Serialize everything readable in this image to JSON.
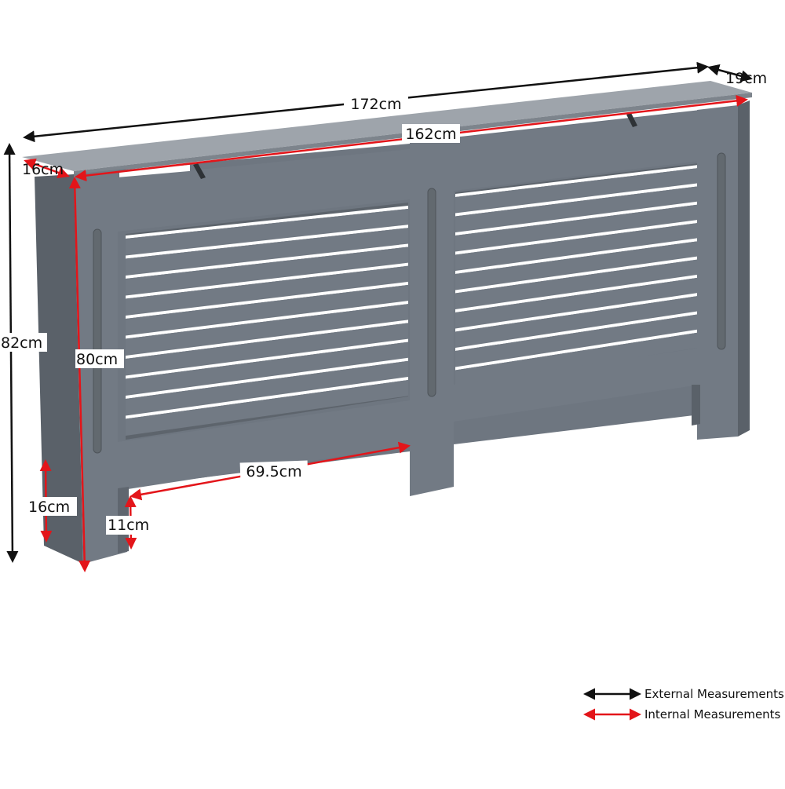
{
  "colors": {
    "external": "#111111",
    "internal": "#e3151a",
    "panel_front": "#727a84",
    "panel_side": "#5f666f",
    "top_surface": "#9ea4ab",
    "slot_shadow": "#3e434a",
    "slat_gap": "#ffffff"
  },
  "measurements": {
    "overall_width": "172cm",
    "inner_width": "162cm",
    "overall_depth": "19cm",
    "inner_depth": "16cm",
    "overall_height": "82cm",
    "inner_height": "80cm",
    "foot_height": "16cm",
    "leg_gap_height": "11cm",
    "panel_opening_width": "69.5cm"
  },
  "legend": {
    "external": "External Measurements",
    "internal": "Internal Measurements"
  }
}
